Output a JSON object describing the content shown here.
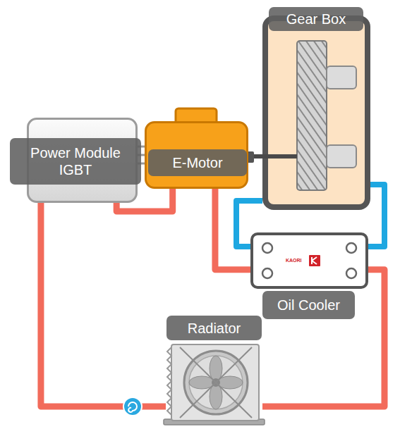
{
  "diagram": {
    "nodes": [
      {
        "text": [
          "Gear Box"
        ]
      },
      {
        "text": [
          "Power Module IGBT"
        ]
      },
      {
        "text": [
          "E-Motor"
        ]
      },
      {
        "text": [
          "Oil Cooler"
        ]
      },
      {
        "text": [
          "Radiator"
        ]
      }
    ],
    "edges": [
      {
        "from": 1,
        "to": 2,
        "arrow": "none"
      },
      {
        "from": 1,
        "to": 4,
        "arrow": "none"
      },
      {
        "from": 2,
        "to": 3,
        "arrow": "none"
      },
      {
        "from": 3,
        "to": 4,
        "arrow": "none"
      },
      {
        "from": 0,
        "to": 3,
        "arrow": "none"
      },
      {
        "from": 0,
        "to": 3,
        "arrow": "none"
      },
      {
        "from": 2,
        "to": 0,
        "arrow": "none"
      }
    ],
    "labels": [
      "KAORI"
    ]
  }
}
